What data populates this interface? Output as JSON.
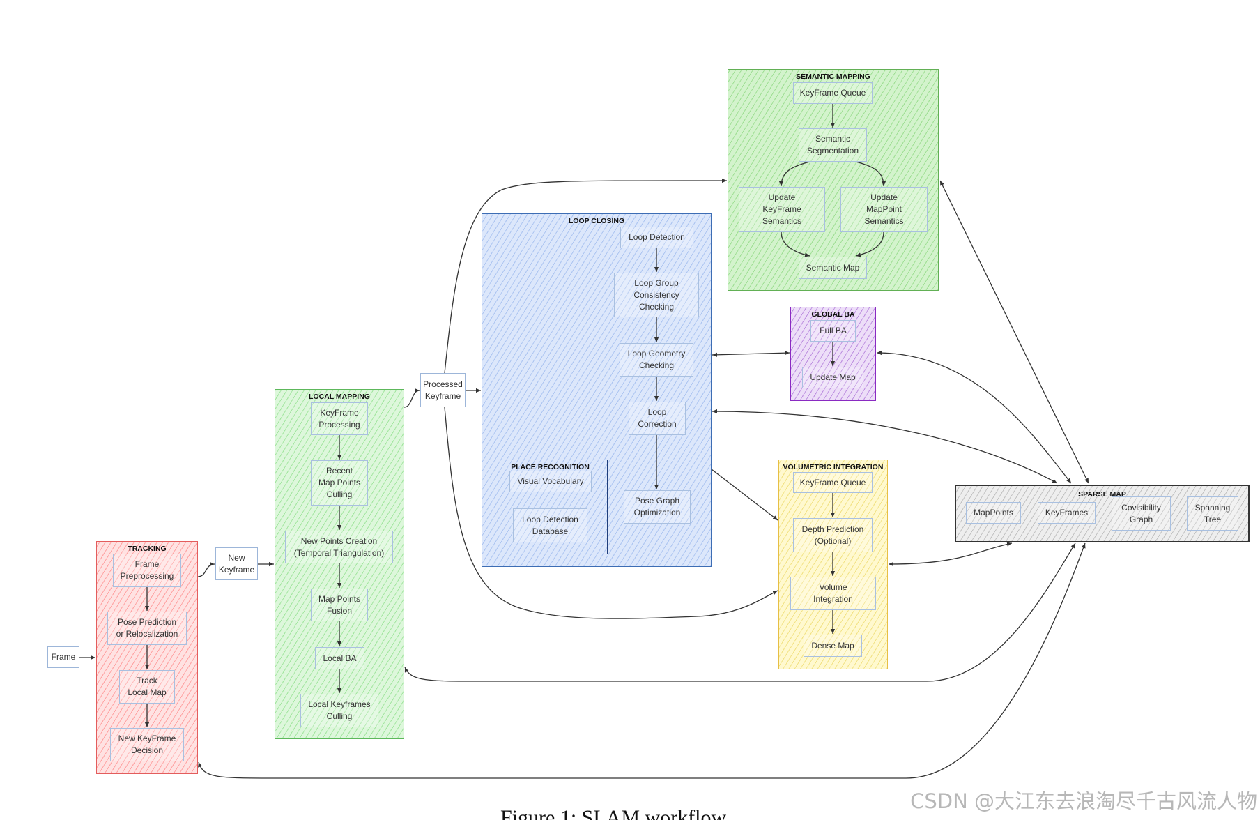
{
  "external_nodes": {
    "frame": "Frame",
    "new_keyframe": "New\nKeyframe",
    "processed_keyframe": "Processed\nKeyframe"
  },
  "groups": {
    "tracking": {
      "title": "TRACKING",
      "nodes": [
        "Frame\nPreprocessing",
        "Pose Prediction\nor Relocalization",
        "Track\nLocal Map",
        "New KeyFrame\nDecision"
      ]
    },
    "local_mapping": {
      "title": "LOCAL MAPPING",
      "nodes": [
        "KeyFrame\nProcessing",
        "Recent\nMap Points\nCulling",
        "New Points Creation\n(Temporal Triangulation)",
        "Map Points\nFusion",
        "Local BA",
        "Local Keyframes\nCulling"
      ]
    },
    "loop_closing": {
      "title": "LOOP CLOSING",
      "nodes": [
        "Loop Detection",
        "Loop Group\nConsistency\nChecking",
        "Loop Geometry\nChecking",
        "Loop\nCorrection",
        "Pose Graph\nOptimization"
      ]
    },
    "place_recognition": {
      "title": "PLACE RECOGNITION",
      "nodes": [
        "Visual Vocabulary",
        "Loop Detection\nDatabase"
      ]
    },
    "semantic_mapping": {
      "title": "SEMANTIC MAPPING",
      "nodes": [
        "KeyFrame Queue",
        "Semantic\nSegmentation",
        "Update\nKeyFrame\nSemantics",
        "Update\nMapPoint\nSemantics",
        "Semantic Map"
      ]
    },
    "global_ba": {
      "title": "GLOBAL BA",
      "nodes": [
        "Full BA",
        "Update Map"
      ]
    },
    "volumetric_integration": {
      "title": "VOLUMETRIC INTEGRATION",
      "nodes": [
        "KeyFrame Queue",
        "Depth Prediction\n(Optional)",
        "Volume\nIntegration",
        "Dense Map"
      ]
    },
    "sparse_map": {
      "title": "SPARSE MAP",
      "nodes": [
        "MapPoints",
        "KeyFrames",
        "Covisibility\nGraph",
        "Spanning\nTree"
      ]
    }
  },
  "caption": "Figure 1: SLAM workflow",
  "watermark": "CSDN @大江东去浪淘尽千古风流人物",
  "colors": {
    "tracking": {
      "fill": "#ffe2e2",
      "hatch": "#ffa3a3",
      "border": "#e35d5d"
    },
    "local_mapping": {
      "fill": "#ddf7db",
      "hatch": "#a3e6a0",
      "border": "#5db85b"
    },
    "loop_closing": {
      "fill": "#dce7fb",
      "hatch": "#adc5f1",
      "border": "#3d6db4"
    },
    "place_recognition": {
      "border": "#1f3d7a"
    },
    "semantic_mapping": {
      "fill": "#d3f3cc",
      "hatch": "#9fdf94",
      "border": "#62b055"
    },
    "global_ba": {
      "fill": "#eddef8",
      "hatch": "#bd8fe0",
      "border": "#8a2bc2"
    },
    "volumetric_integration": {
      "fill": "#fff9cf",
      "hatch": "#f2e285",
      "border": "#e7bf45"
    },
    "sparse_map": {
      "fill": "#eeeeee",
      "hatch": "#c2c2c2",
      "border": "#333333"
    },
    "edge": "#333333"
  }
}
